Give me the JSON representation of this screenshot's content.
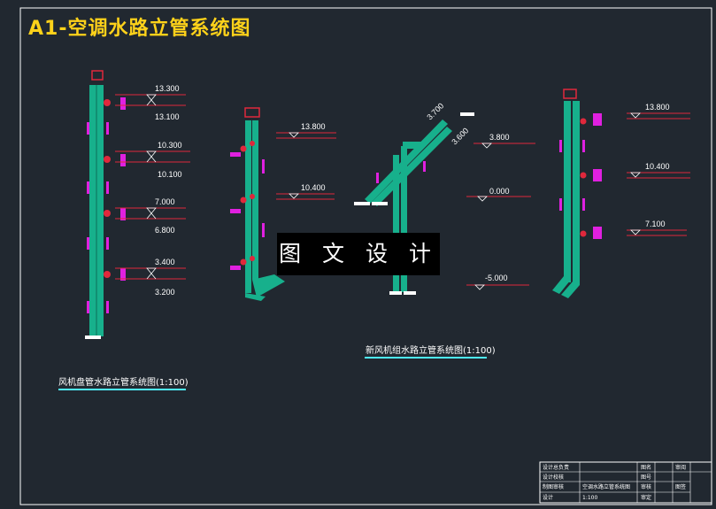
{
  "title": "A1-空调水路立管系统图",
  "watermark": "图 文 设 计",
  "captions": {
    "left": "风机盘管水路立管系统图(1:100)",
    "middle": "新风机组水路立管系统图(1:100)"
  },
  "levels": {
    "left": [
      "13.300",
      "13.100",
      "10.300",
      "10.100",
      "7.000",
      "6.800",
      "3.400",
      "3.200"
    ],
    "middle": [
      "13.800",
      "10.400"
    ],
    "center": [
      "3.700",
      "3.600",
      "3.800",
      "0.000",
      "-5.000"
    ],
    "right": [
      "13.800",
      "10.400",
      "7.100"
    ]
  },
  "title_block": {
    "rows": [
      "设计总负责",
      "设计校核",
      "制图审核",
      "设计"
    ],
    "drawing_name": "空调水路立管系统图",
    "scale": "1:100",
    "right_labels": [
      "图名",
      "图号",
      "审核",
      "审定",
      "审阅"
    ],
    "seal": "图签"
  },
  "colors": {
    "background": "#212830",
    "title": "#ffd21a",
    "pipe": "#17b08c",
    "level_line": "#e0283c",
    "label": "#e020e0",
    "caption": "#4ef0ff"
  }
}
